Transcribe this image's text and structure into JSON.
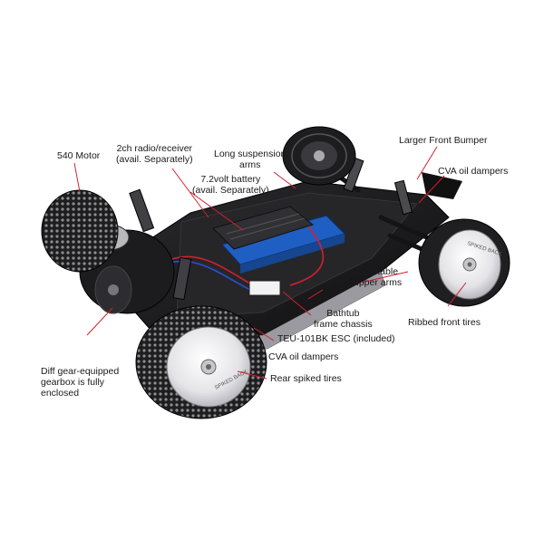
{
  "labels": {
    "motor": "540 Motor",
    "radio": [
      "2ch radio/receiver",
      "(avail. Separately)"
    ],
    "suspension": [
      "Long suspension",
      "arms"
    ],
    "battery": [
      "7.2volt battery",
      "(avail. Separately)"
    ],
    "bumper": "Larger Front Bumper",
    "cva_front": "CVA oil dampers",
    "upper_arms": [
      "Adjustable",
      "upper arms"
    ],
    "chassis": [
      "Bathtub",
      "frame chassis"
    ],
    "front_tires": "Ribbed front tires",
    "esc": "TEU-101BK ESC (included)",
    "cva_rear": "CVA oil dampers",
    "rear_tires": "Rear spiked tires",
    "gearbox": [
      "Diff gear-equipped",
      "gearbox is fully",
      "enclosed"
    ]
  },
  "tire_print": "SPIKED BACK",
  "colors": {
    "leader": "#d2202f",
    "chassis": "#1b1b1e",
    "tire": "#2a2a2c",
    "wheel": "#e9e9ec",
    "battery": "#1f5fc4"
  }
}
